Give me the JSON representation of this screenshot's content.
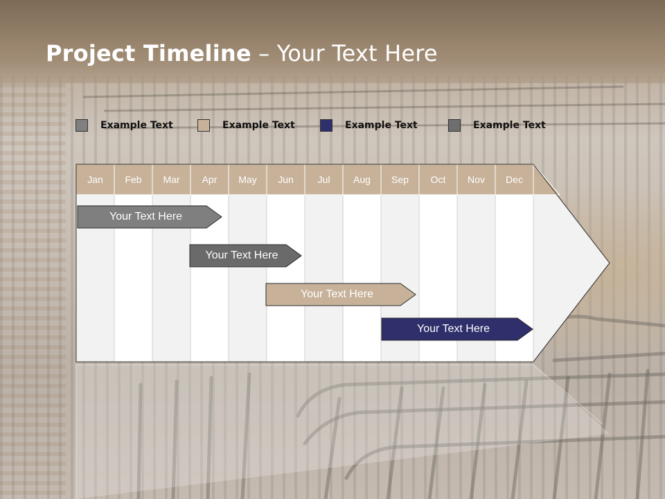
{
  "slide": {
    "title_bold": "Project Timeline",
    "title_rest": " – Your Text Here"
  },
  "legend": [
    {
      "label": "Example Text",
      "color": "#808080"
    },
    {
      "label": "Example Text",
      "color": "#c7b299"
    },
    {
      "label": "Example Text",
      "color": "#2f2f6b"
    },
    {
      "label": "Example Text",
      "color": "#6e6e6e"
    }
  ],
  "months": [
    "Jan",
    "Feb",
    "Mar",
    "Apr",
    "May",
    "Jun",
    "Jul",
    "Aug",
    "Sep",
    "Oct",
    "Nov",
    "Dec"
  ],
  "tasks": [
    {
      "label": "Your  Text Here",
      "color": "#7f7f7f",
      "start_month": "Jan",
      "end_month": "Apr"
    },
    {
      "label": "Your  Text Here",
      "color": "#6a6a6a",
      "start_month": "Apr",
      "end_month": "Jun"
    },
    {
      "label": "Your  Text Here",
      "color": "#c7b299",
      "start_month": "Jun",
      "end_month": "Sep"
    },
    {
      "label": "Your  Text Here",
      "color": "#2f2f6b",
      "start_month": "Sep",
      "end_month": "Dec"
    }
  ],
  "colors": {
    "header": "#c7b299",
    "column_light": "#f2f2f2",
    "column_white": "#ffffff"
  }
}
